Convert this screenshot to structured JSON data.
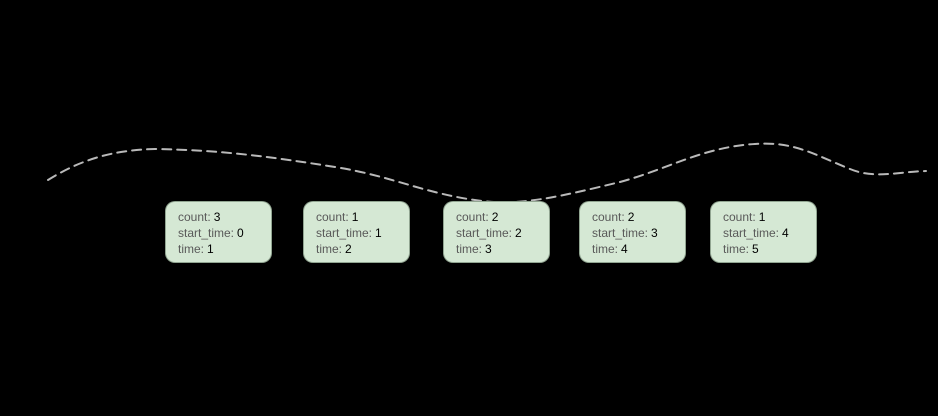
{
  "diagram": {
    "background_color": "#000000",
    "curve": {
      "name": "dashed-trend-curve",
      "color": "#b9b9b9",
      "style": "dashed"
    },
    "node_style": {
      "fill": "#d5e8d4",
      "label_color": "#595959",
      "value_color": "#000000"
    },
    "labels": {
      "count": "count:",
      "start_time": "start_time:",
      "time": "time:"
    },
    "nodes": [
      {
        "count": "3",
        "start_time": "0",
        "time": "1"
      },
      {
        "count": "1",
        "start_time": "1",
        "time": "2"
      },
      {
        "count": "2",
        "start_time": "2",
        "time": "3"
      },
      {
        "count": "2",
        "start_time": "3",
        "time": "4"
      },
      {
        "count": "1",
        "start_time": "4",
        "time": "5"
      }
    ]
  }
}
